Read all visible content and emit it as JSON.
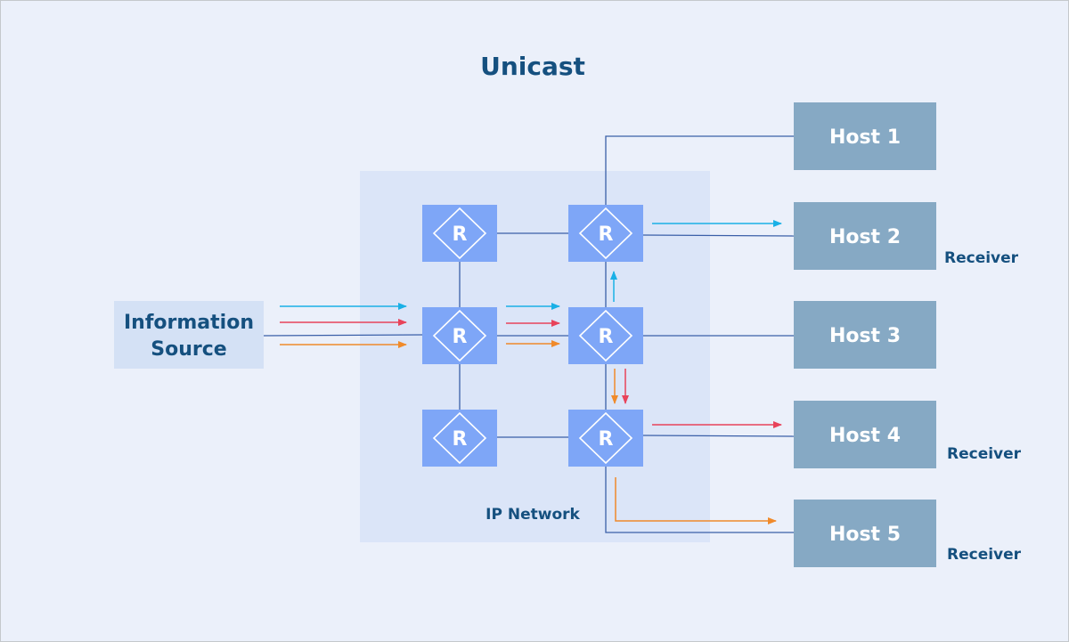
{
  "title": "Unicast",
  "network": {
    "label": "IP Network"
  },
  "source": {
    "line1": "Information",
    "line2": "Source"
  },
  "router_glyph": "R",
  "hosts": [
    {
      "label": "Host 1",
      "receiver": ""
    },
    {
      "label": "Host 2",
      "receiver": "Receiver"
    },
    {
      "label": "Host 3",
      "receiver": ""
    },
    {
      "label": "Host 4",
      "receiver": "Receiver"
    },
    {
      "label": "Host 5",
      "receiver": "Receiver"
    }
  ],
  "colors": {
    "background": "#ebf0fa",
    "network_area": "#dbe5f8",
    "source_box": "#d4e1f5",
    "router": "#7ea6f7",
    "host_box": "#86a9c4",
    "link": "#3a5fa8",
    "title_text": "#15507f",
    "flow_host2": "#1ab0e6",
    "flow_host4": "#e8435a",
    "flow_host5": "#f08a2a"
  },
  "flows": [
    {
      "name": "to-host-2",
      "color": "#1ab0e6"
    },
    {
      "name": "to-host-4",
      "color": "#e8435a"
    },
    {
      "name": "to-host-5",
      "color": "#f08a2a"
    }
  ]
}
